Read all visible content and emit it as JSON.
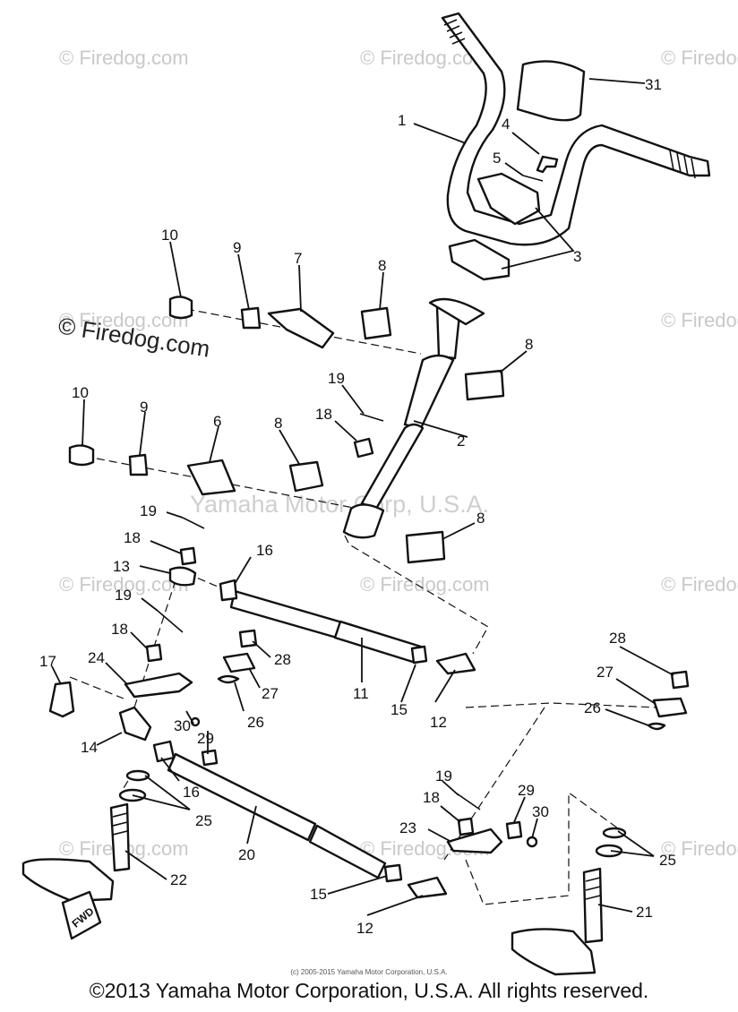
{
  "watermarks": {
    "site": "© Firedog.com",
    "primary": "© Firedog.com",
    "center": "Yamaha Motor Corp, U.S.A."
  },
  "fine_print": "(c) 2005-2015 Yamaha Motor Corporation, U.S.A.",
  "copyright": "©2013 Yamaha Motor Corporation, U.S.A. All rights reserved.",
  "fwd_label": "FWD",
  "callouts": [
    "1",
    "2",
    "3",
    "4",
    "5",
    "6",
    "7",
    "8",
    "8",
    "8",
    "8",
    "9",
    "9",
    "10",
    "10",
    "11",
    "12",
    "12",
    "13",
    "14",
    "15",
    "15",
    "16",
    "16",
    "17",
    "18",
    "18",
    "18",
    "18",
    "19",
    "19",
    "19",
    "19",
    "20",
    "21",
    "22",
    "23",
    "24",
    "25",
    "25",
    "26",
    "26",
    "27",
    "27",
    "28",
    "28",
    "29",
    "29",
    "30",
    "30",
    "31"
  ]
}
